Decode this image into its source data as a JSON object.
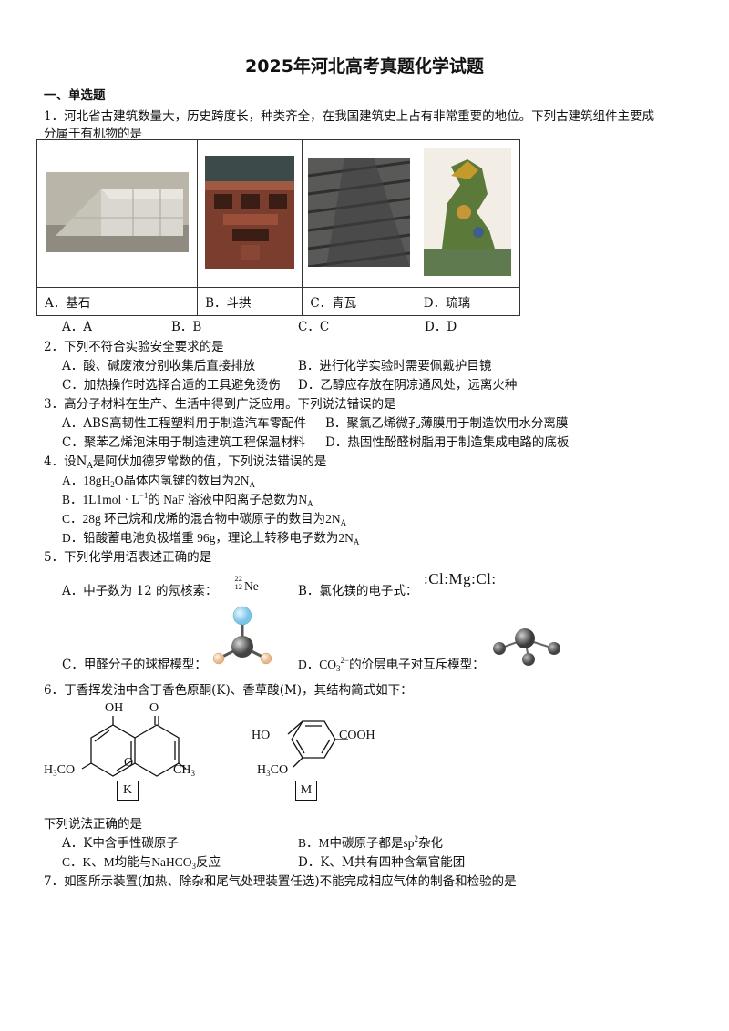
{
  "title": "2025年河北高考真题化学试题",
  "section": "一、单选题",
  "q1": {
    "line1": "1．河北省古建筑数量大，历史跨度长，种类齐全，在我国建筑史上占有非常重要的地位。下列古建筑组件主要成",
    "line2": "分属于有机物的是",
    "cells": [
      "A．基石",
      "B．斗拱",
      "C．青瓦",
      "D．琉璃"
    ],
    "options": [
      "A．A",
      "B．B",
      "C．C",
      "D．D"
    ]
  },
  "q2": {
    "stem": "2．下列不符合实验安全要求的是",
    "A": "A．酸、碱废液分别收集后直接排放",
    "B": "B．进行化学实验时需要佩戴护目镜",
    "C": "C．加热操作时选择合适的工具避免烫伤",
    "D": "D．乙醇应存放在阴凉通风处，远离火种"
  },
  "q3": {
    "stem": "3．高分子材料在生产、生活中得到广泛应用。下列说法错误的是",
    "A": "A．ABS高韧性工程塑料用于制造汽车零配件",
    "B": "B．聚氯乙烯微孔薄膜用于制造饮用水分离膜",
    "C": "C．聚苯乙烯泡沫用于制造建筑工程保温材料",
    "D": "D．热固性酚醛树脂用于制造集成电路的底板"
  },
  "q4": {
    "stem_a": "4．设N",
    "stem_sub": "A",
    "stem_b": "是阿伏加德罗常数的值，下列说法错误的是",
    "A_a": "A．18gH",
    "A_sub1": "2",
    "A_b": "O晶体内氢键的数目为2N",
    "A_sub2": "A",
    "B_a": "B．1L1mol · L",
    "B_sup": "−1",
    "B_b": "的 NaF 溶液中阳离子总数为N",
    "B_sub": "A",
    "C_a": "C．28g 环己烷和戊烯的混合物中碳原子的数目为2N",
    "C_sub": "A",
    "D_a": "D．铅酸蓄电池负极增重 96g，理论上转移电子数为2N",
    "D_sub": "A"
  },
  "q5": {
    "stem": "5．下列化学用语表述正确的是",
    "A": "A．中子数为 12 的氖核素：",
    "A_mass": "22",
    "A_num": "12",
    "A_sym": "Ne",
    "B": "B．氯化镁的电子式：",
    "B_formula": ":Cl:Mg:Cl:",
    "C": "C．甲醛分子的球棍模型：",
    "D_a": "D．CO",
    "D_sub": "3",
    "D_sup": "2−",
    "D_b": "的价层电子对互斥模型："
  },
  "q6": {
    "stem": "6．丁香挥发油中含丁香色原酮(K)、香草酸(M)，其结构简式如下：",
    "K_label": "K",
    "M_label": "M",
    "K_oh": "OH",
    "K_o": "O",
    "K_meo": "H3CO",
    "K_ch3": "CH3",
    "M_ho": "HO",
    "M_cooh": "COOH",
    "M_meo": "H3CO",
    "ask": "下列说法正确的是",
    "A": "A．K中含手性碳原子",
    "B_a": "B．M中碳原子都是sp",
    "B_sup": "2",
    "B_b": "杂化",
    "C_a": "C．K、M均能与NaHCO",
    "C_sub": "3",
    "C_b": "反应",
    "D": "D．K、M共有四种含氧官能团"
  },
  "q7": {
    "stem": "7．如图所示装置(加热、除杂和尾气处理装置任选)不能完成相应气体的制备和检验的是"
  }
}
